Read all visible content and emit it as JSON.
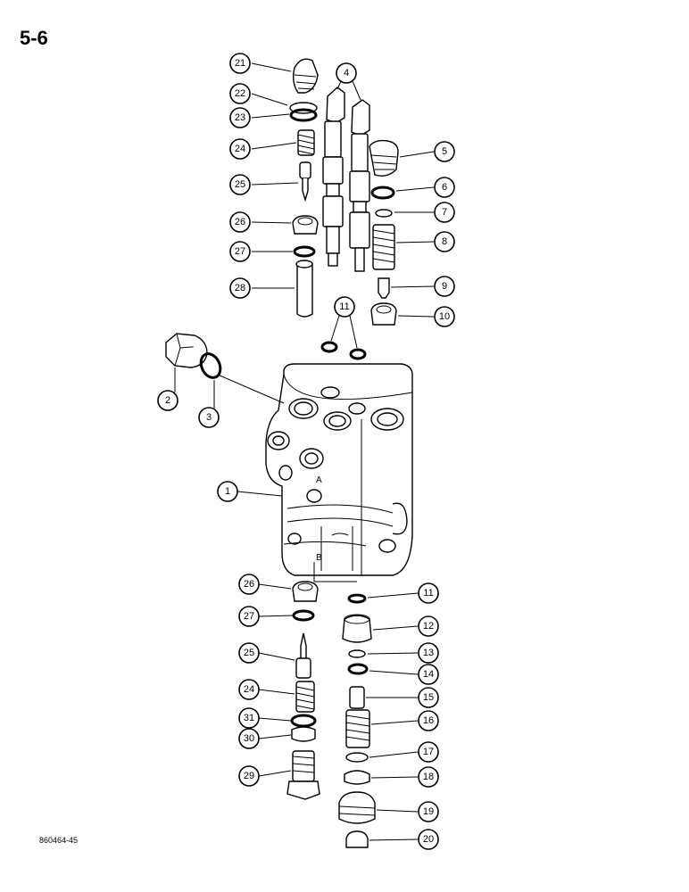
{
  "page_number": "5-6",
  "figure_code": "860464-45",
  "port_labels": {
    "a": "A",
    "b": "B"
  },
  "callouts": [
    {
      "label": "21"
    },
    {
      "label": "22"
    },
    {
      "label": "23"
    },
    {
      "label": "24"
    },
    {
      "label": "25"
    },
    {
      "label": "26"
    },
    {
      "label": "27"
    },
    {
      "label": "28"
    },
    {
      "label": "4"
    },
    {
      "label": "5"
    },
    {
      "label": "6"
    },
    {
      "label": "7"
    },
    {
      "label": "8"
    },
    {
      "label": "9"
    },
    {
      "label": "10"
    },
    {
      "label": "11"
    },
    {
      "label": "2"
    },
    {
      "label": "3"
    },
    {
      "label": "1"
    },
    {
      "label": "26"
    },
    {
      "label": "27"
    },
    {
      "label": "25"
    },
    {
      "label": "24"
    },
    {
      "label": "31"
    },
    {
      "label": "30"
    },
    {
      "label": "29"
    },
    {
      "label": "11"
    },
    {
      "label": "12"
    },
    {
      "label": "13"
    },
    {
      "label": "14"
    },
    {
      "label": "15"
    },
    {
      "label": "16"
    },
    {
      "label": "17"
    },
    {
      "label": "18"
    },
    {
      "label": "19"
    },
    {
      "label": "20"
    }
  ]
}
